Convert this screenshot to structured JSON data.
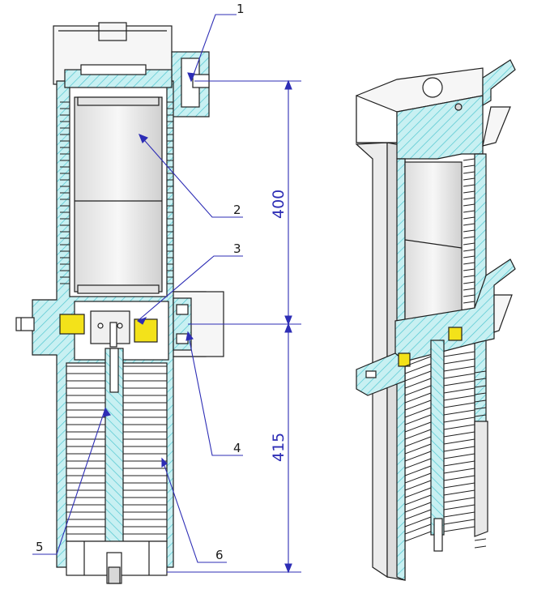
{
  "callouts": [
    {
      "label": "1"
    },
    {
      "label": "2"
    },
    {
      "label": "3"
    },
    {
      "label": "4"
    },
    {
      "label": "5"
    },
    {
      "label": "6"
    }
  ],
  "dimensions": {
    "upper": "400",
    "lower": "415"
  },
  "colors": {
    "insulation": "#c8f0f2",
    "hatch": "#4fc6d0",
    "outline": "#1f1f1f",
    "leader": "#2d2db5",
    "contact": "#f3e21a",
    "body": "#f4f4f4",
    "shade": "#cfcfcf"
  }
}
